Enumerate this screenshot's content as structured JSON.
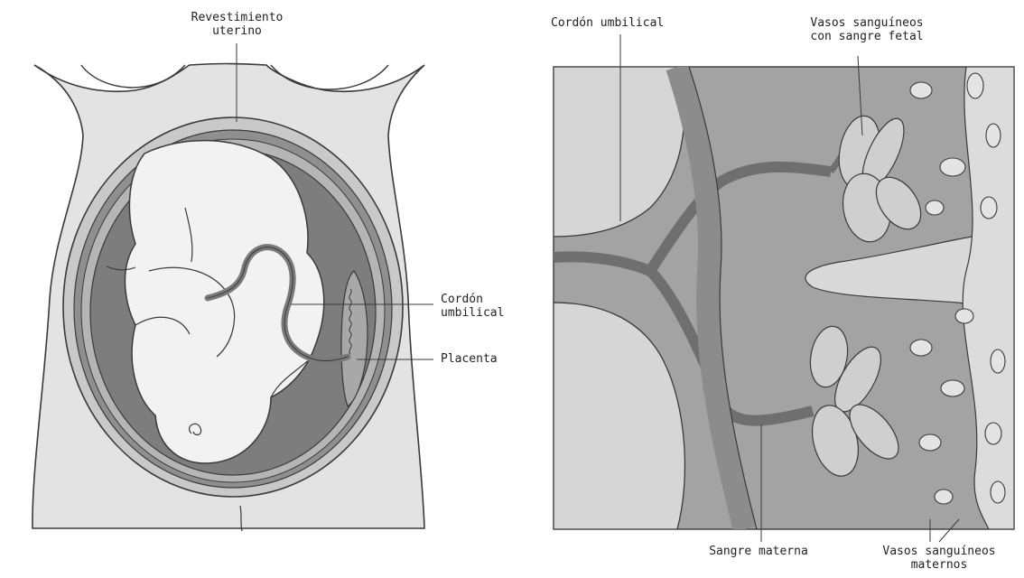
{
  "left_panel": {
    "labels": {
      "uterine_lining": {
        "line1": "Revestimiento",
        "line2": "uterino"
      },
      "umbilical_cord": {
        "line1": "Cordón",
        "line2": "umbilical"
      },
      "placenta": "Placenta"
    }
  },
  "right_panel": {
    "labels": {
      "umbilical_cord": "Cordón umbilical",
      "fetal_vessels": {
        "line1": "Vasos sanguíneos",
        "line2": "con sangre fetal"
      },
      "maternal_blood": "Sangre materna",
      "maternal_vessels": {
        "line1": "Vasos sanguíneos",
        "line2": "maternos"
      }
    }
  },
  "colors": {
    "body_fill": "#e3e3e3",
    "outline": "#3a3a3a",
    "dark_tissue": "#8f8f8f",
    "mid_tissue": "#b5b5b5",
    "light_tissue": "#d6d6d6",
    "fetus_fill": "#f2f2f2"
  }
}
